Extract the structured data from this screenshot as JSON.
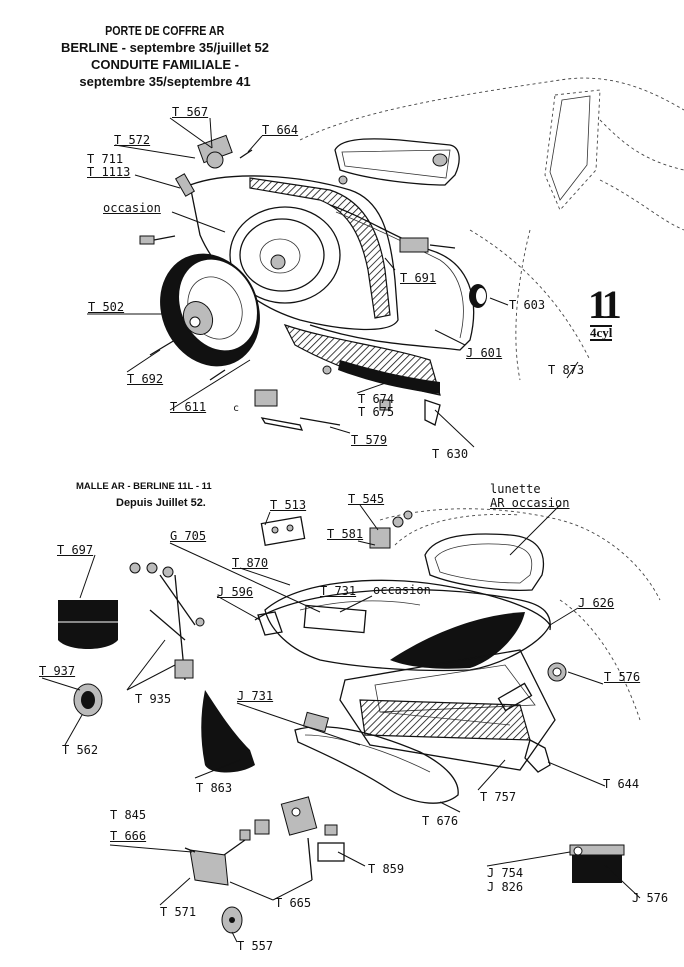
{
  "header_top": {
    "line1": "PORTE DE COFFRE AR",
    "line2": "BERLINE - septembre 35/juillet 52",
    "line3": "CONDUITE FAMILIALE -",
    "line4": "septembre 35/septembre 41"
  },
  "header_bottom": {
    "line1": "MALLE AR - BERLINE 11L - 11",
    "line2": "Depuis Juillet 52."
  },
  "badge": {
    "big": "11",
    "small": "4cyl"
  },
  "parts_top": {
    "t567": "T 567",
    "t572": "T 572",
    "t664": "T 664",
    "t711": "T 711",
    "t1113": "T 1113",
    "occasion": "occasion",
    "t691": "T 691",
    "t603": "T 603",
    "t502": "T 502",
    "j601": "J 601",
    "t873": "T 873",
    "t692": "T 692",
    "t611": "T 611",
    "c": "c",
    "t674": "T 674",
    "t675": "T 675",
    "t579": "T 579",
    "t630": "T 630"
  },
  "parts_bottom": {
    "t513": "T 513",
    "t545": "T 545",
    "lunette": "lunette",
    "ar_occasion": "AR occasion",
    "t697": "T 697",
    "g705": "G 705",
    "t581": "T 581",
    "t870": "T 870",
    "j596": "J 596",
    "t731": "T 731",
    "occasion": "occasion",
    "j626": "J 626",
    "t937": "T 937",
    "t935": "T 935",
    "t576": "T 576",
    "j731": "J 731",
    "t562": "T 562",
    "t863": "T 863",
    "t757": "T 757",
    "t644": "T 644",
    "t845": "T 845",
    "t676": "T 676",
    "t666": "T 666",
    "t859": "T 859",
    "j754": "J 754",
    "j826": "J 826",
    "t571": "T 571",
    "t665": "T 665",
    "j576": "J 576",
    "t557": "T 557"
  }
}
